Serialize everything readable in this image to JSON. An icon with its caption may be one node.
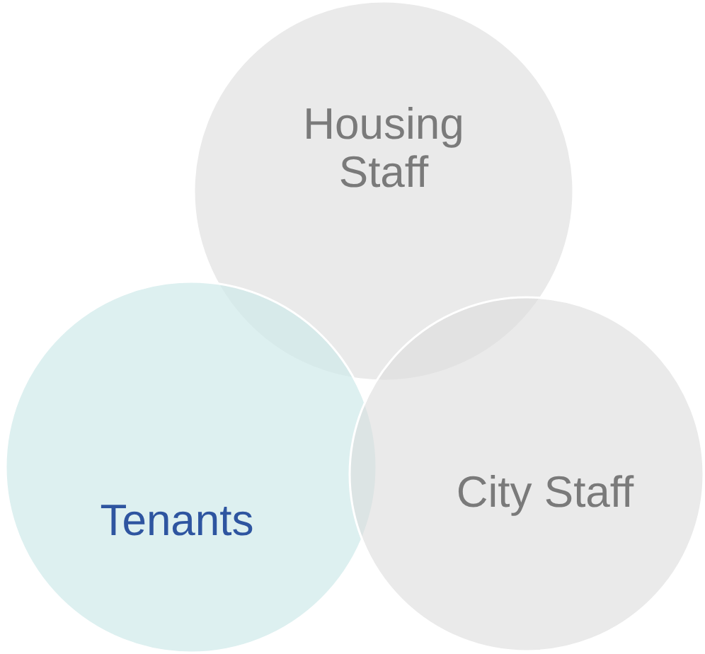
{
  "diagram": {
    "nodes": [
      {
        "text": [
          "Housing Staff"
        ]
      },
      {
        "text": [
          "Tenants"
        ]
      },
      {
        "text": [
          "City Staff"
        ]
      }
    ]
  }
}
